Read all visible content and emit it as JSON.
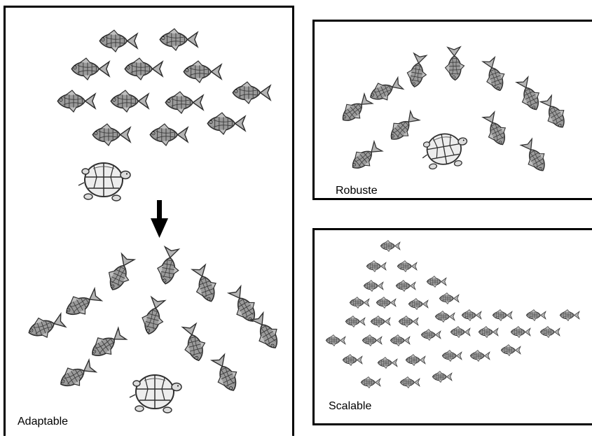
{
  "panels": {
    "adaptable": {
      "label": "Adaptable"
    },
    "robust": {
      "label": "Robuste"
    },
    "scalable": {
      "label": "Scalable"
    }
  },
  "icons": {
    "fish": "fish-icon",
    "turtle": "turtle-icon",
    "arrow": "arrow-down-icon"
  },
  "colors": {
    "ink": "#000000",
    "fish_stroke": "#333333",
    "fish_fill": "#8f8f8f"
  }
}
